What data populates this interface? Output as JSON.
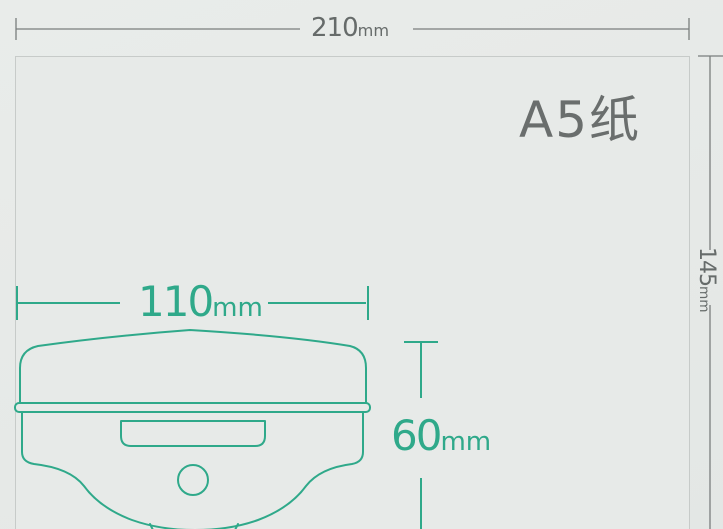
{
  "paper": {
    "title": "A5纸",
    "width_value": "210",
    "width_unit": "mm",
    "height_value": "145",
    "height_unit": "mm"
  },
  "device": {
    "width_value": "110",
    "width_unit": "mm",
    "height_value": "60",
    "height_unit": "mm"
  },
  "colors": {
    "paper_line": "#7a7e7d",
    "device_line": "#2fa98a",
    "paper_text": "#666b6a",
    "device_text": "#2fa98a"
  }
}
